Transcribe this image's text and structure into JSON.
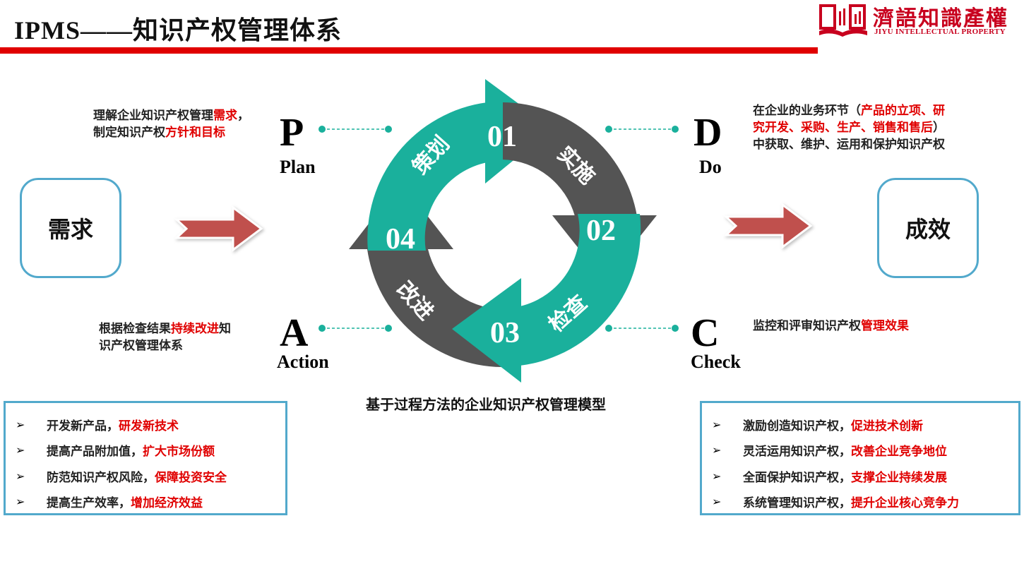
{
  "header": {
    "title": "IPMS——知识产权管理体系",
    "logo_cn": "濟語知識產權",
    "logo_en": "JIYU INTELLECTUAL PROPERTY"
  },
  "input_box": "需求",
  "output_box": "成效",
  "cycle": {
    "steps": [
      {
        "num": "01",
        "label": "策划"
      },
      {
        "num": "02",
        "label": "实施"
      },
      {
        "num": "03",
        "label": "检查"
      },
      {
        "num": "04",
        "label": "改进"
      }
    ],
    "caption": "基于过程方法的企业知识产权管理模型"
  },
  "phases": {
    "plan": {
      "letter": "P",
      "word": "Plan",
      "desc_lines": [
        [
          {
            "t": "理解企业知识产权管理"
          },
          {
            "t": "需求",
            "red": true
          },
          {
            "t": "，"
          }
        ],
        [
          {
            "t": "制定知识产权"
          },
          {
            "t": "方针和目标",
            "red": true
          }
        ]
      ]
    },
    "do": {
      "letter": "D",
      "word": "Do",
      "desc_lines": [
        [
          {
            "t": "在企业的业务环节（"
          },
          {
            "t": "产品的立项、研",
            "red": true
          }
        ],
        [
          {
            "t": "究开发、采购、生产、销售和售后",
            "red": true
          },
          {
            "t": "）"
          }
        ],
        [
          {
            "t": "中获取、维护、运用和保护知识产权"
          }
        ]
      ]
    },
    "check": {
      "letter": "C",
      "word": "Check",
      "desc_lines": [
        [
          {
            "t": "监控和评审知识产权"
          },
          {
            "t": "管理效果",
            "red": true
          }
        ]
      ]
    },
    "action": {
      "letter": "A",
      "word": "Action",
      "desc_lines": [
        [
          {
            "t": "根据检查结果"
          },
          {
            "t": "持续改进",
            "red": true
          },
          {
            "t": "知"
          }
        ],
        [
          {
            "t": "识产权管理体系"
          }
        ]
      ]
    }
  },
  "left_list": {
    "bullet": "➢",
    "items": [
      [
        {
          "t": "开发新产品，"
        },
        {
          "t": "研发新技术",
          "red": true
        }
      ],
      [
        {
          "t": "提高产品附加值，"
        },
        {
          "t": "扩大市场份额",
          "red": true
        }
      ],
      [
        {
          "t": "防范知识产权风险，"
        },
        {
          "t": "保障投资安全",
          "red": true
        }
      ],
      [
        {
          "t": "提高生产效率，"
        },
        {
          "t": "增加经济效益",
          "red": true
        }
      ]
    ]
  },
  "right_list": {
    "bullet": "➢",
    "items": [
      [
        {
          "t": "激励创造知识产权，"
        },
        {
          "t": "促进技术创新",
          "red": true
        }
      ],
      [
        {
          "t": "灵活运用知识产权，"
        },
        {
          "t": "改善企业竞争地位",
          "red": true
        }
      ],
      [
        {
          "t": "全面保护知识产权，"
        },
        {
          "t": "支撑企业持续发展",
          "red": true
        }
      ],
      [
        {
          "t": "系统管理知识产权，"
        },
        {
          "t": "提升企业核心竞争力",
          "red": true
        }
      ]
    ]
  },
  "colors": {
    "teal": "#1ab09c",
    "gray": "#545454",
    "red": "#e00000",
    "border": "#52a9cc",
    "flow_arrow": "#c0504d"
  }
}
